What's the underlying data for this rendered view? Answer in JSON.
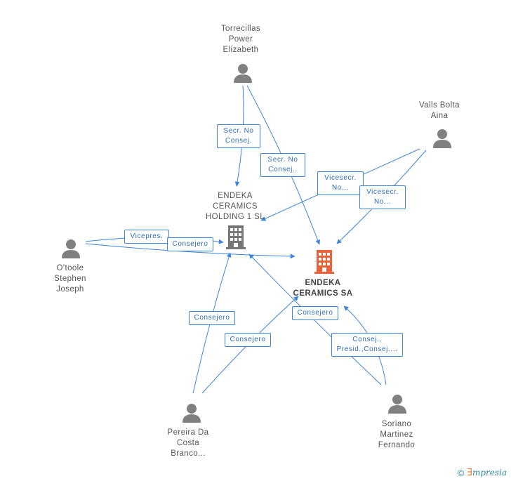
{
  "nodes": {
    "torrecillas": "Torrecillas\nPower\nElizabeth",
    "valls": "Valls Bolta\nAina",
    "holding": "ENDEKA\nCERAMICS\nHOLDING 1 SL",
    "endeka": "ENDEKA\nCERAMICS SA",
    "otoole": "O'toole\nStephen\nJoseph",
    "pereira": "Pereira Da\nCosta\nBranco...",
    "soriano": "Soriano\nMartinez\nFernando"
  },
  "edge_labels": {
    "secr_holding": "Secr.  No\nConsej.",
    "secr_endeka": "Secr.  No\nConsej..",
    "vicesecr_holding": "Vicesecr.\nNo...",
    "vicesecr_endeka": "Vicesecr.\nNo...",
    "vicepres": "Vicepres.",
    "consejero_otoole": "Consejero",
    "consejero_pereira_holding": "Consejero",
    "consejero_pereira_endeka": "Consejero",
    "consejero_soriano_holding": "Consejero",
    "consej_presid": "Consej.,\nPresid.,Consej...."
  },
  "footer": {
    "copyright": "©",
    "brand_e": "∃",
    "brand": "mpresia"
  },
  "colors": {
    "edge": "#3d85d8",
    "person_icon": "#808080",
    "holding_icon": "#777777",
    "main_company_icon": "#e8633a"
  }
}
